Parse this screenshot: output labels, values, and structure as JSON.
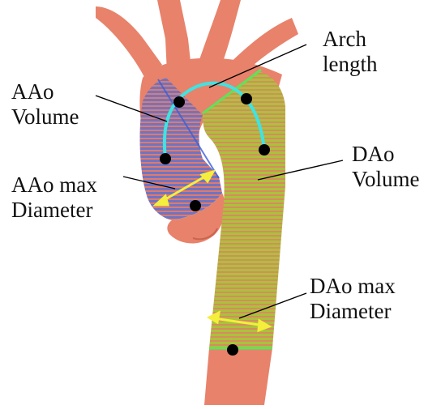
{
  "labels": {
    "arch": [
      "Arch",
      "length"
    ],
    "aao_volume": [
      "AAo",
      "Volume"
    ],
    "dao_volume": [
      "DAo",
      "Volume"
    ],
    "aao_diameter": [
      "AAo max",
      "Diameter"
    ],
    "dao_diameter": [
      "DAo max",
      "Diameter"
    ]
  },
  "colors": {
    "aorta": "#e8826b",
    "aorta_dark": "#c9644f",
    "aao_region": "#6f74c2",
    "dao_region": "#a9c23a",
    "hatch": "#e07a6a",
    "boundary_green": "#5fe25a",
    "boundary_blue": "#3a5fd6",
    "arch_line": "#3fe3e3",
    "arrow": "#f4ee3c",
    "marker": "#000000",
    "leader": "#000000"
  }
}
